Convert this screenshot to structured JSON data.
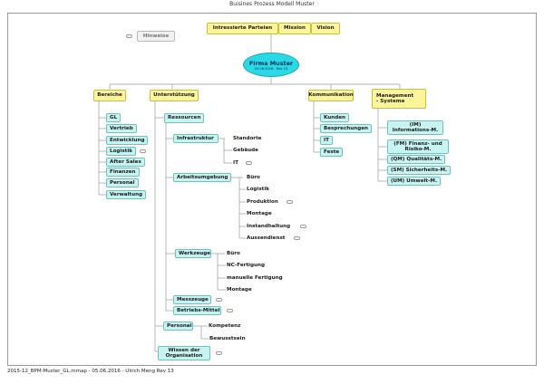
{
  "document": {
    "title": "Buisines Prozess Modell Muster",
    "footer": "2015-12_BPM-Muster_GL.mmap - 05.06.2016 - Ulrich Meng Rev 13"
  },
  "root": {
    "name": "Firma Muster",
    "subtitle": "05.06.2016 - Rev 13"
  },
  "top": {
    "parteien": "Intressierte Parteien",
    "mission": "Mission",
    "vision": "Vision"
  },
  "hinweise": "Hinweise",
  "bereiche": {
    "label": "Bereiche",
    "items": [
      "GL",
      "Vertrieb",
      "Entwicklung",
      "Logistik",
      "After Sales",
      "Finanzen",
      "Personal",
      "Verwaltung"
    ]
  },
  "unterstuetzung": {
    "label": "Unterstützung",
    "ressourcen": "Ressourcen",
    "infrastruktur": {
      "label": "Infrastruktur",
      "items": [
        "Standorte",
        "Gebäude",
        "IT"
      ]
    },
    "arbeitsumgebung": {
      "label": "Arbeitsumgebung",
      "items": [
        "Büro",
        "Logistik",
        "Produktion",
        "Montage",
        "Instandhaltung",
        "Aussendienst"
      ]
    },
    "werkzeuge": {
      "label": "Werkzeuge",
      "items": [
        "Büro",
        "NC-Fertigung",
        "manuelle Fertigung",
        "Montage"
      ]
    },
    "messzeuge": "Messzeuge",
    "betriebsmittel": "Betriebs-Mittel",
    "personal": {
      "label": "Personal",
      "items": [
        "Kompetenz",
        "Bewusstsein"
      ]
    },
    "wissen": [
      "Wissen der",
      "Organisation"
    ]
  },
  "kommunikation": {
    "label": "Kommunikation",
    "items": [
      "Kunden",
      "Besprechungen",
      "IT",
      "Feste"
    ]
  },
  "management": {
    "label": [
      "Management",
      "- Systeme"
    ],
    "items": [
      [
        "(IM)",
        "Informations-M."
      ],
      [
        "(FM) Finanz- und",
        "Risiko-M."
      ],
      [
        "(QM) Qualitäts-M."
      ],
      [
        "(SM) Sicherheits-M."
      ],
      [
        "(UM) Umwelt-M."
      ]
    ]
  },
  "colors": {
    "main": "#fdf59c",
    "sub": "#c9f3f1",
    "root": "#2ad9e6",
    "line": "#9a9a9a"
  }
}
